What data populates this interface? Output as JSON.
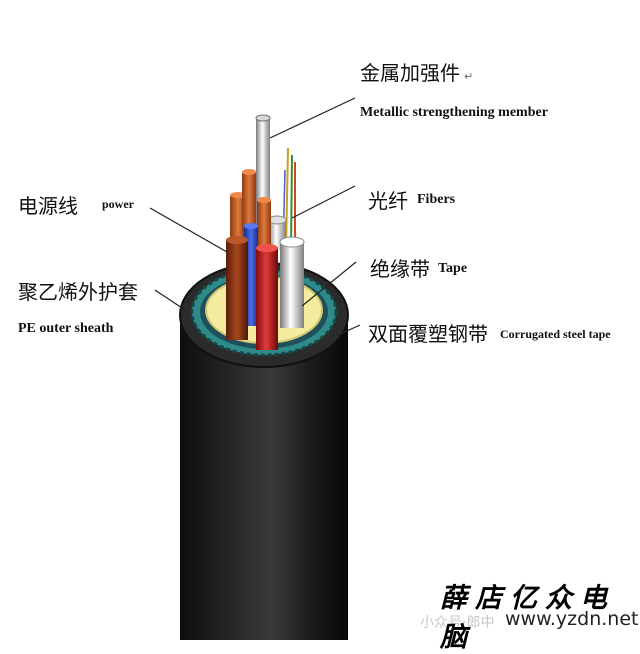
{
  "labels": {
    "metallic_zh": "金属加强件",
    "metallic_mark": "↵",
    "metallic_en": "Metallic strengthening member",
    "power_zh": "电源线",
    "power_en": "power",
    "fibers_zh": "光纤",
    "fibers_en": "Fibers",
    "tape_zh": "绝缘带",
    "tape_en": "Tape",
    "sheath_zh": "聚乙烯外护套",
    "sheath_en": "PE outer sheath",
    "steel_zh": "双面覆塑钢带",
    "steel_en": "Corrugated steel tape"
  },
  "watermark": {
    "chinese": "薛店亿众电脑",
    "url": "www.yzdn.net",
    "faint": "小众号·郎中"
  },
  "colors": {
    "sheath": "#1b1b1b",
    "steel_tape": "#2f8a8a",
    "insulation_tape": "#f3eb9e",
    "copper": "#c8642c",
    "red_wire": "#c81e1e",
    "brown_wire": "#8a3418",
    "blue_wire": "#2c50c8",
    "grey_member": "#b8b8b8"
  }
}
